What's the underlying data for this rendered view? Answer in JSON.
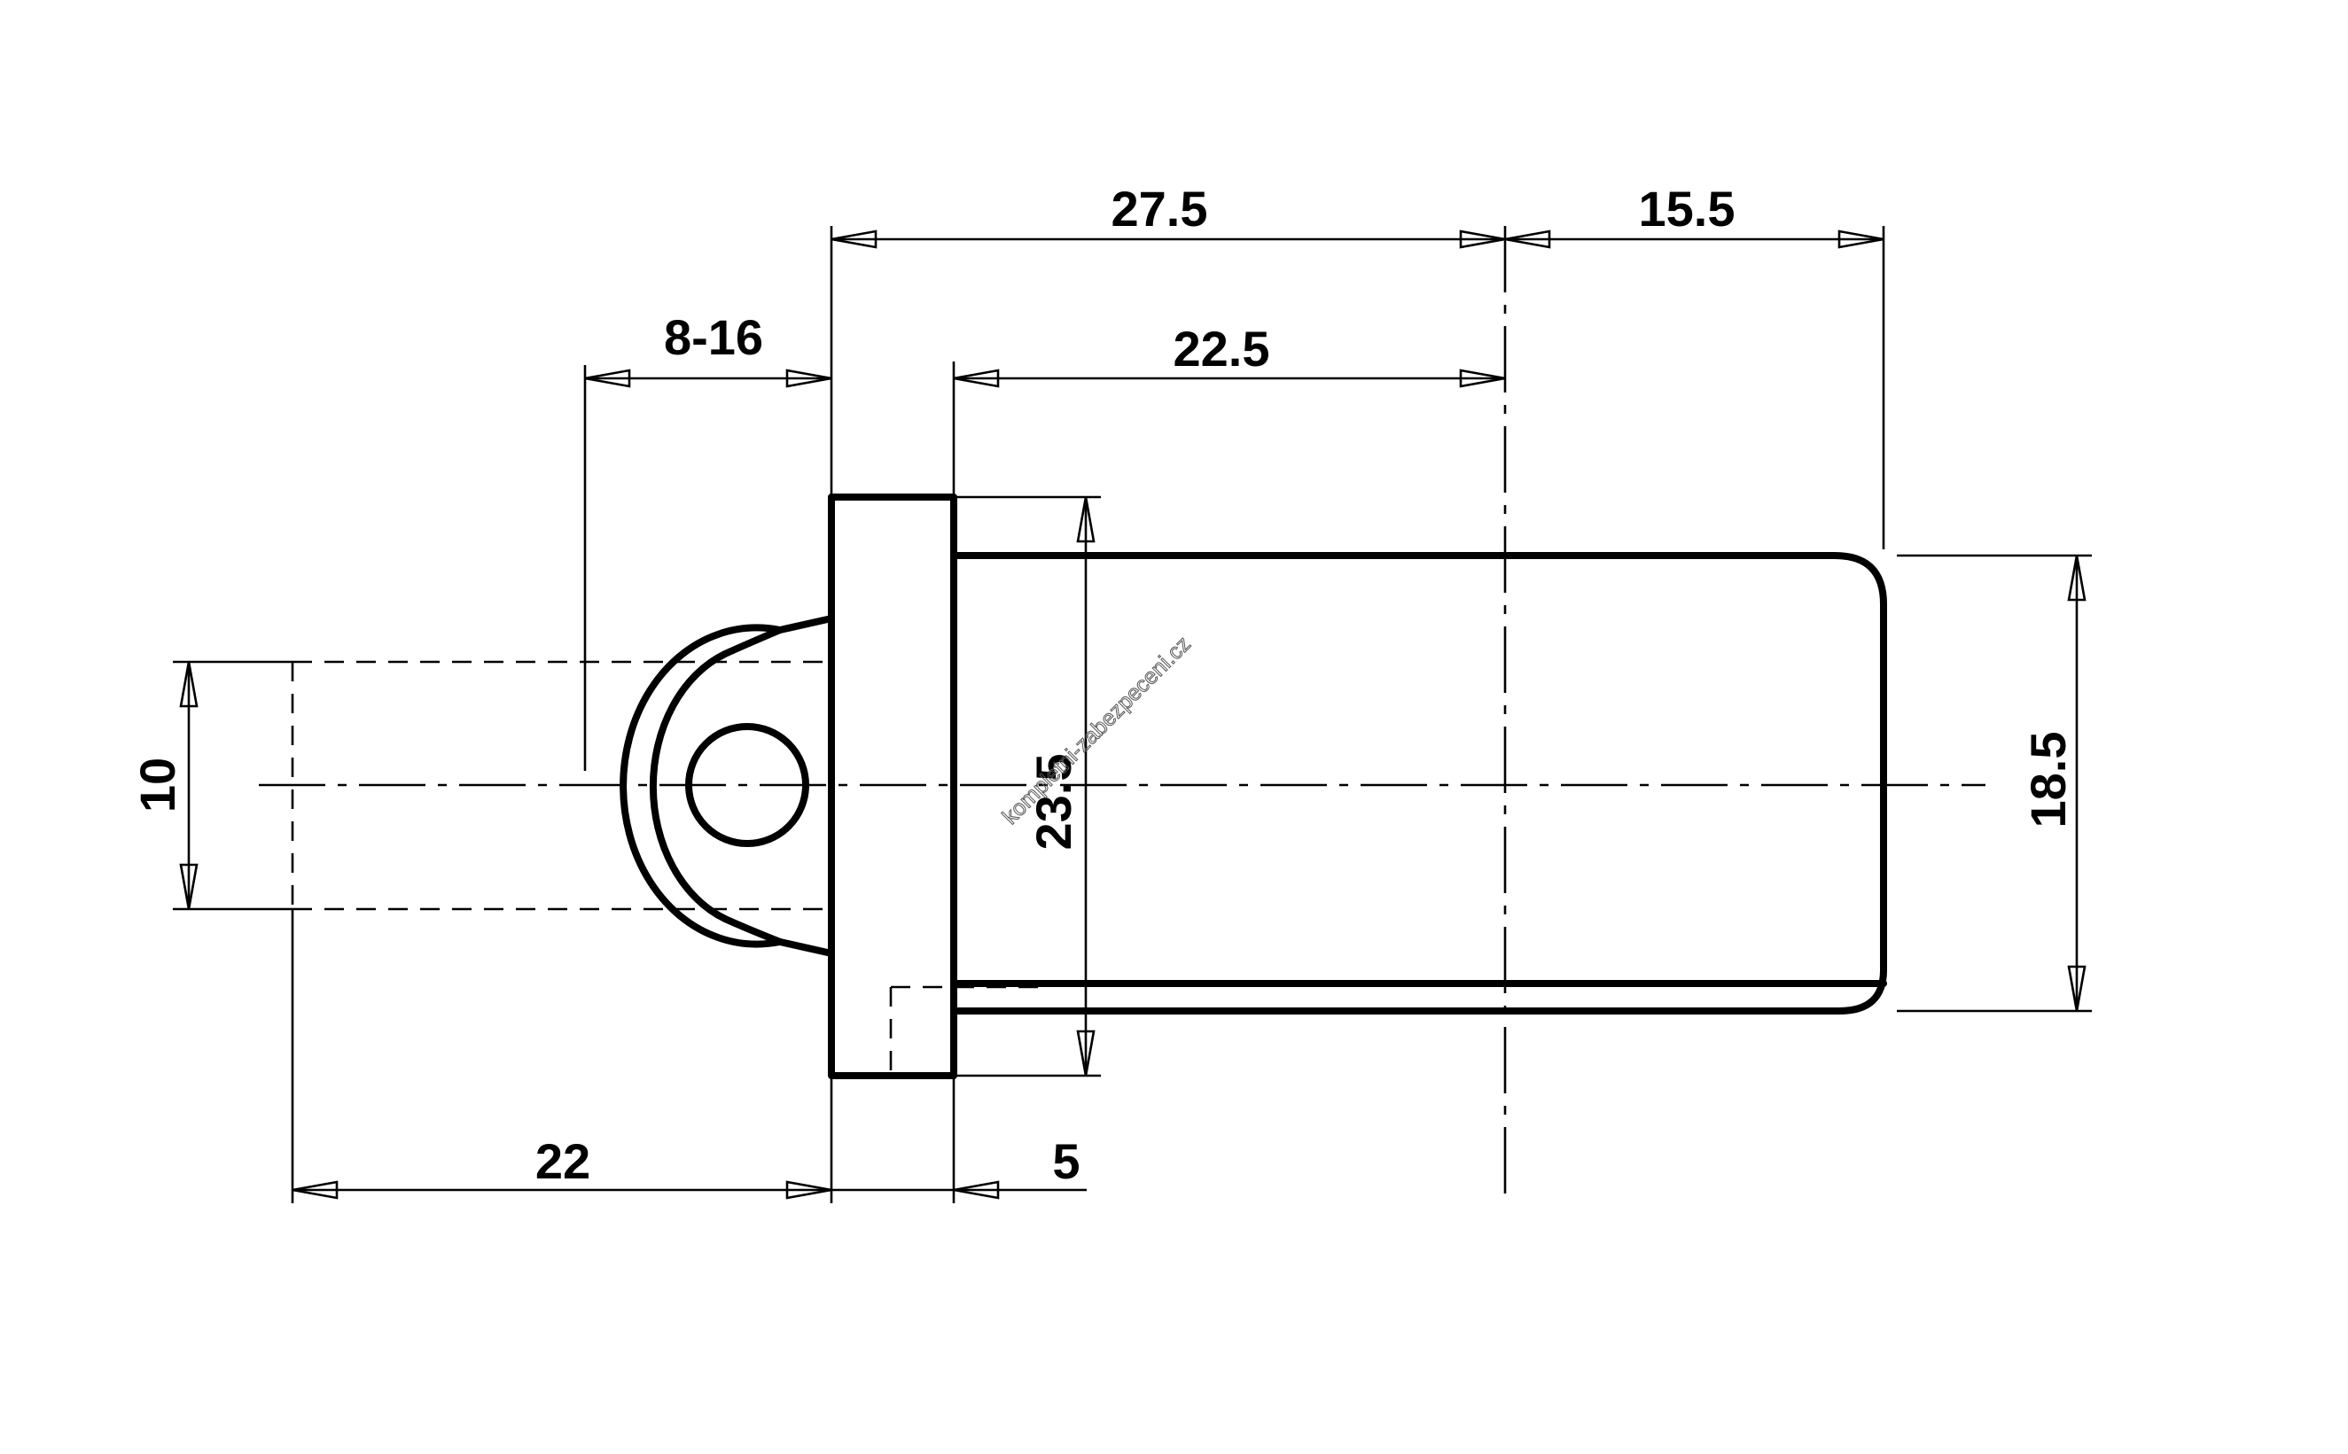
{
  "dimensions": {
    "overall_body": "27.5",
    "cap_end": "15.5",
    "clamp_range": "8-16",
    "sleeve": "22.5",
    "flange_height": "23.5",
    "body_height": "18.5",
    "hole_height": "10",
    "left_extent": "22",
    "flange_width": "5"
  },
  "watermark": "kompletni-zabezpeceni.cz"
}
